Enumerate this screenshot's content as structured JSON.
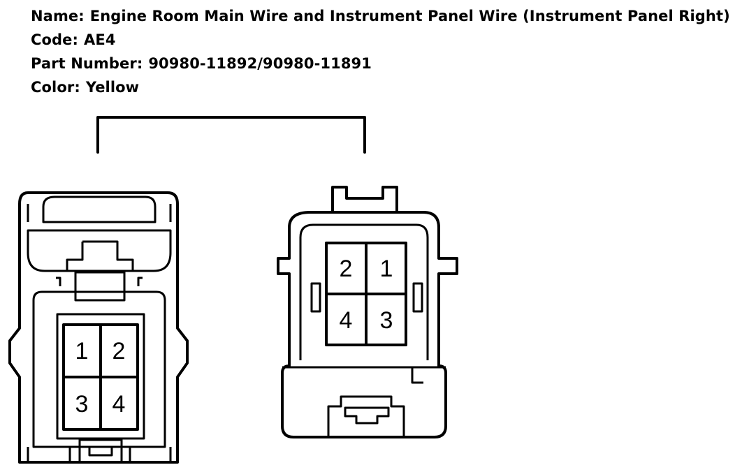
{
  "header": {
    "name": {
      "label": "Name:",
      "value": "Engine Room Main Wire and Instrument Panel Wire (Instrument Panel Right)"
    },
    "code": {
      "label": "Code:",
      "value": "AE4"
    },
    "part_number": {
      "label": "Part Number:",
      "value": "90980-11892/90980-11891"
    },
    "color": {
      "label": "Color:",
      "value": "Yellow"
    }
  },
  "connectors": {
    "left": {
      "pins": [
        "1",
        "2",
        "3",
        "4"
      ]
    },
    "right": {
      "pins": [
        "2",
        "1",
        "4",
        "3"
      ]
    }
  }
}
